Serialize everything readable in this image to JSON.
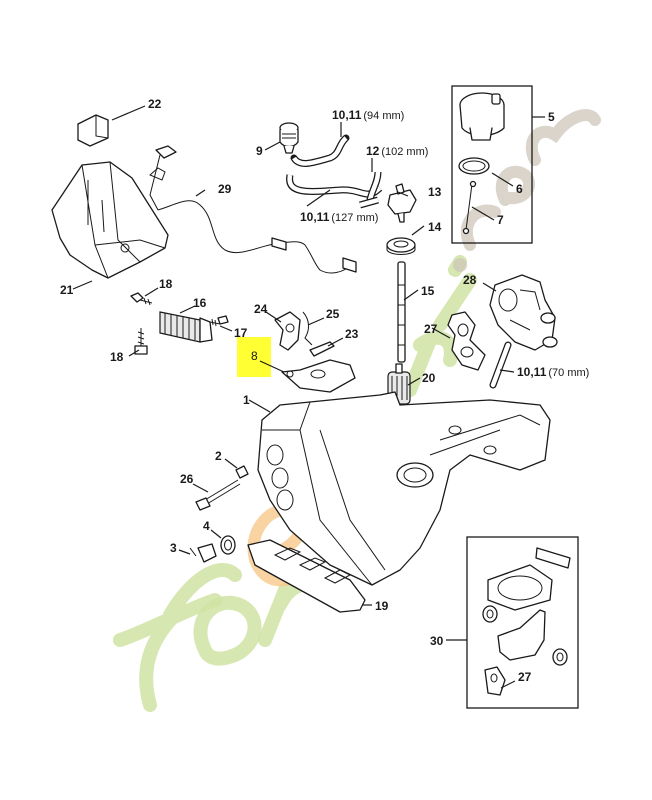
{
  "diagram": {
    "title": "Exploded parts diagram – chainsaw crankcase / tank housing",
    "highlighted_part": "8",
    "highlight_color": "#ffff33",
    "watermark": "forestjardin.com",
    "callouts": {
      "c1": "1",
      "c2": "2",
      "c3": "3",
      "c4": "4",
      "c5": "5",
      "c6": "6",
      "c7": "7",
      "c8": "8",
      "c9": "9",
      "c10_11_94": "10,11",
      "c10_11_94_note": "(94 mm)",
      "c10_11_127": "10,11",
      "c10_11_127_note": "(127 mm)",
      "c10_11_70": "10,11",
      "c10_11_70_note": "(70 mm)",
      "c12": "12",
      "c12_note": "(102 mm)",
      "c13": "13",
      "c14": "14",
      "c15": "15",
      "c16": "16",
      "c17": "17",
      "c18a": "18",
      "c18b": "18",
      "c19": "19",
      "c20": "20",
      "c21": "21",
      "c22": "22",
      "c23": "23",
      "c24": "24",
      "c25": "25",
      "c26": "26",
      "c27a": "27",
      "c27b": "27",
      "c28": "28",
      "c29": "29",
      "c30": "30"
    }
  }
}
